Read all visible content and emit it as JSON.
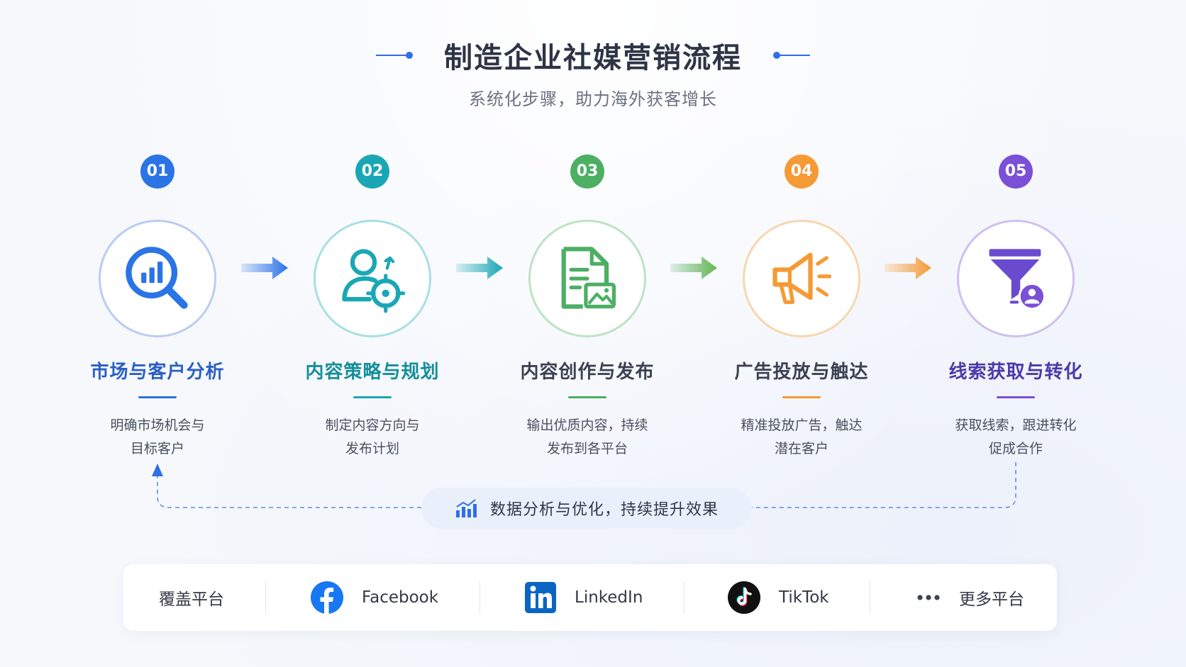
{
  "header": {
    "title": "制造企业社媒营销流程",
    "subtitle": "系统化步骤，助力海外获客增长"
  },
  "steps": [
    {
      "num": "01",
      "title": "市场与客户分析",
      "desc1": "明确市场机会与",
      "desc2": "目标客户",
      "color": "#2a74e6",
      "icon": "analytics-search-icon"
    },
    {
      "num": "02",
      "title": "内容策略与规划",
      "desc1": "制定内容方向与",
      "desc2": "发布计划",
      "color": "#1aa7b5",
      "icon": "user-target-icon"
    },
    {
      "num": "03",
      "title": "内容创作与发布",
      "desc1": "输出优质内容，持续",
      "desc2": "发布到各平台",
      "color": "#4caf63",
      "icon": "document-image-icon"
    },
    {
      "num": "04",
      "title": "广告投放与触达",
      "desc1": "精准投放广告，触达",
      "desc2": "潜在客户",
      "color": "#f59a34",
      "icon": "megaphone-icon"
    },
    {
      "num": "05",
      "title": "线索获取与转化",
      "desc1": "获取线索，跟进转化",
      "desc2": "促成合作",
      "color": "#7b4fd6",
      "icon": "funnel-user-icon"
    }
  ],
  "feedback": {
    "text": "数据分析与优化，持续提升效果",
    "icon": "bar-chart-icon"
  },
  "platforms": {
    "label": "覆盖平台",
    "items": [
      {
        "name": "Facebook",
        "icon": "facebook-icon",
        "color": "#1877f2"
      },
      {
        "name": "LinkedIn",
        "icon": "linkedin-icon",
        "color": "#0a66c2"
      },
      {
        "name": "TikTok",
        "icon": "tiktok-icon",
        "color": "#111111"
      }
    ],
    "more": "更多平台",
    "more_icon": "more-dots-icon"
  },
  "colors": {
    "accent": "#2f6fe8",
    "title": "#2d3446"
  }
}
